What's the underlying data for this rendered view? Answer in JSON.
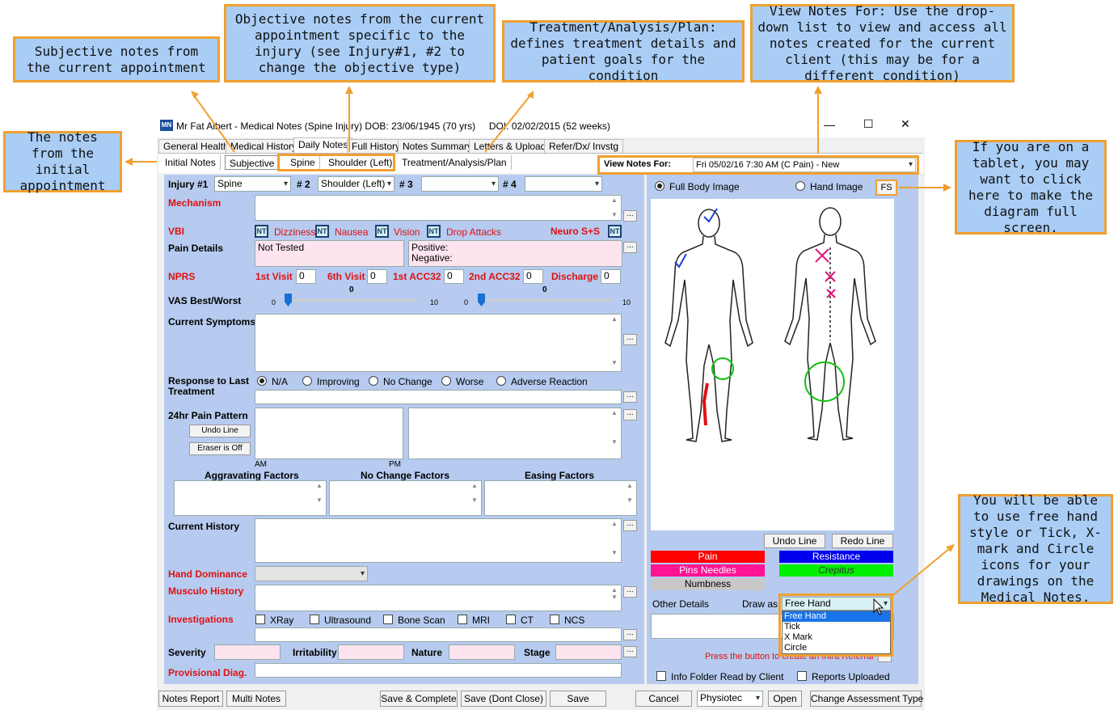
{
  "callouts": {
    "subjective": "Subjective notes from the current appointment",
    "objective": "Objective notes from the current appointment specific to the injury (see Injury#1, #2 to change the objective type)",
    "treatment": "Treatment/Analysis/Plan: defines treatment details and patient goals for the condition",
    "view_notes": "View Notes For: Use the drop-down list to view and access all notes created for the current client (this may be for a different condition)",
    "initial": "The notes from the initial appointment",
    "tablet": "If you are on a tablet, you may want to click here to make the diagram full screen.",
    "drawing": "You will be able to use free hand style or Tick, X-mark and Circle icons for your drawings on the Medical Notes."
  },
  "window": {
    "title": "Mr Fat Albert - Medical Notes (Spine Injury) DOB: 23/06/1945 (70 yrs)     DOI: 02/02/2015 (52 weeks)",
    "logo": "MN",
    "minimize": "—",
    "maximize": "☐",
    "close": "✕"
  },
  "tabs": [
    "General Health",
    "Medical History",
    "Daily Notes",
    "Full History",
    "Notes Summary",
    "Letters & Uploads",
    "Refer/Dx/ Invstg"
  ],
  "subtabs": [
    "Initial Notes",
    "Subjective",
    "Spine",
    "Shoulder (Left)",
    "Treatment/Analysis/Plan"
  ],
  "view_notes": {
    "label": "View Notes For:",
    "value": "Fri 05/02/16 7:30 AM (C Pain) - New"
  },
  "injuries": {
    "label1": "Injury #1",
    "value1": "Spine",
    "label2": "# 2",
    "value2": "Shoulder (Left)",
    "label3": "# 3",
    "value3": "",
    "label4": "# 4",
    "value4": ""
  },
  "form": {
    "mechanism": "Mechanism",
    "vbi": "VBI",
    "nt": "NT",
    "dizziness": "Dizziness",
    "nausea": "Nausea",
    "vision": "Vision",
    "drop_attacks": "Drop Attacks",
    "neuro": "Neuro S+S",
    "pain_details": "Pain Details",
    "not_tested": "Not Tested",
    "positive": "Positive:",
    "negative": "Negative:",
    "nprs": "NPRS",
    "first_visit": "1st Visit",
    "sixth_visit": "6th Visit",
    "first_acc": "1st ACC32",
    "second_acc": "2nd ACC32",
    "discharge": "Discharge",
    "zero": "0",
    "vas": "VAS Best/Worst",
    "ten": "10",
    "current_symptoms": "Current Symptoms",
    "response": "Response to Last Treatment",
    "responses": [
      "N/A",
      "Improving",
      "No Change",
      "Worse",
      "Adverse Reaction"
    ],
    "pain_pattern": "24hr Pain Pattern",
    "undo_line": "Undo Line",
    "eraser": "Eraser is Off",
    "am": "AM",
    "pm": "PM",
    "aggravating": "Aggravating Factors",
    "no_change": "No Change Factors",
    "easing": "Easing Factors",
    "current_history": "Current History",
    "hand_dominance": "Hand Dominance",
    "musculo": "Musculo History",
    "investigations": "Investigations",
    "inv_items": [
      "XRay",
      "Ultrasound",
      "Bone Scan",
      "MRI",
      "CT",
      "NCS"
    ],
    "severity": "Severity",
    "irritability": "Irritability",
    "nature": "Nature",
    "stage": "Stage",
    "provisional": "Provisional Diag.",
    "dots": "..."
  },
  "diagram": {
    "full_body": "Full Body Image",
    "hand": "Hand Image",
    "fs": "FS",
    "undo": "Undo Line",
    "redo": "Redo Line",
    "pain": "Pain",
    "resistance": "Resistance",
    "pins": "Pins  Needles",
    "crepitus": "Crepitus",
    "numbness": "Numbness",
    "other_details": "Other Details",
    "draw_as": "Draw as",
    "draw_value": "Free Hand",
    "draw_options": [
      "Free Hand",
      "Tick",
      "X Mark",
      "Circle"
    ],
    "intra_referral": "Press the button to create an Intra Referral",
    "info_folder": "Info Folder Read by Client",
    "reports": "Reports Uploaded"
  },
  "bottom": {
    "notes_report": "Notes Report",
    "multi_notes": "Multi Notes",
    "save_complete": "Save & Complete",
    "save_dont_close": "Save (Dont Close)",
    "save": "Save",
    "cancel": "Cancel",
    "physiotec": "Physiotec",
    "open": "Open",
    "change_type": "Change Assessment Type"
  },
  "colors": {
    "accent": "#f0a030",
    "callout_bg": "#a9cdf5",
    "panel": "#b6cbef",
    "label_red": "#e01010"
  }
}
